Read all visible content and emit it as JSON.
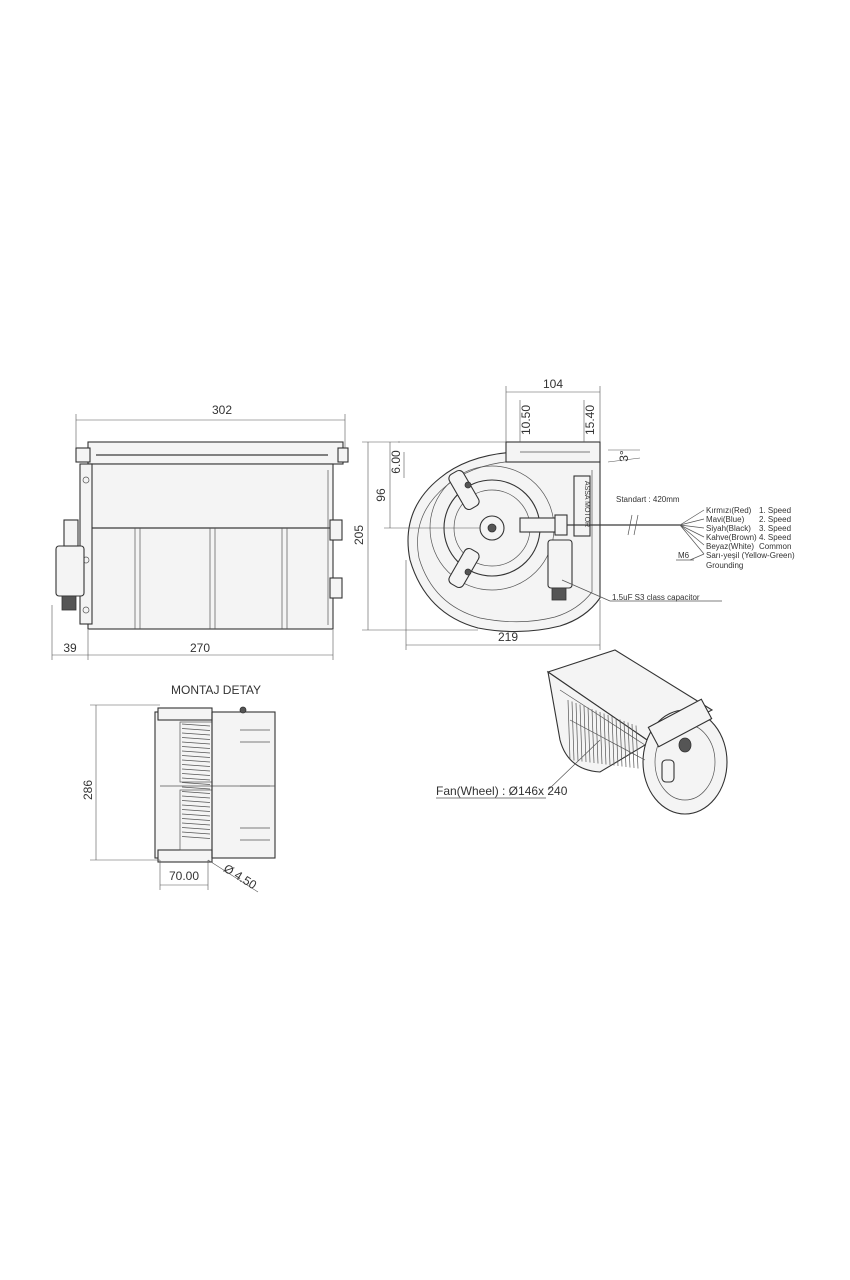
{
  "dimensions": {
    "overall_length": "302",
    "body_length": "270",
    "capacitor_offset": "39",
    "outlet_width": "104",
    "outlet_offset_a": "10.50",
    "outlet_offset_b": "15.40",
    "flange_angle": "3°",
    "flange_height": "6.00",
    "shaft_height": "96",
    "overall_height": "205",
    "housing_width": "219",
    "mount_height": "286",
    "mount_width": "70.00",
    "hole_diameter": "Ø 4.50"
  },
  "labels": {
    "standard_cable": "Standart : 420mm",
    "capacitor": "1.5uF S3 class capacitor",
    "fan_wheel": "Fan(Wheel) : Ø146x 240",
    "mount_detail_title": "MONTAJ DETAY",
    "bolt": "M6",
    "brand": "ASSA MOTOR"
  },
  "wiring": [
    {
      "wire": "Kırmızı(Red)",
      "function": "1. Speed"
    },
    {
      "wire": "Mavi(Blue)",
      "function": "2. Speed"
    },
    {
      "wire": "Siyah(Black)",
      "function": "3. Speed"
    },
    {
      "wire": "Kahve(Brown)",
      "function": "4. Speed"
    },
    {
      "wire": "Beyaz(White)",
      "function": "Common"
    },
    {
      "wire": "Sarı-yeşil (Yellow-Green)",
      "function": "Grounding"
    }
  ]
}
